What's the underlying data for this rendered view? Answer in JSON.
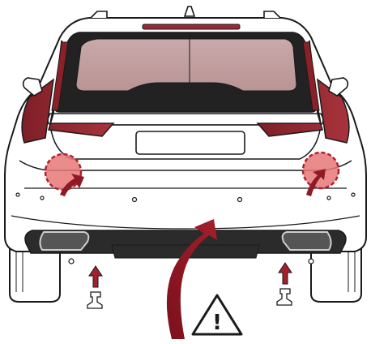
{
  "diagram": {
    "subject": "rear-view-of-station-wagon",
    "markers": [
      {
        "id": "left-tow-eye-cover",
        "kind": "press-point"
      },
      {
        "id": "right-tow-eye-cover",
        "kind": "press-point"
      }
    ],
    "mount_points": [
      {
        "id": "left-mount-bolt",
        "kind": "insert-direction-up"
      },
      {
        "id": "right-mount-bolt",
        "kind": "insert-direction-up"
      }
    ],
    "warning": {
      "icon": "warning-triangle-icon",
      "glyph": "!"
    },
    "colors": {
      "accent_red": "#8e1a26",
      "taillight": "#9a2a33",
      "glass": "#c8a7a7",
      "marker_fill": "#e87878",
      "body_outline": "#1a1a1a",
      "body_fill": "#ffffff",
      "trim_dark": "#2b2b2b"
    }
  }
}
